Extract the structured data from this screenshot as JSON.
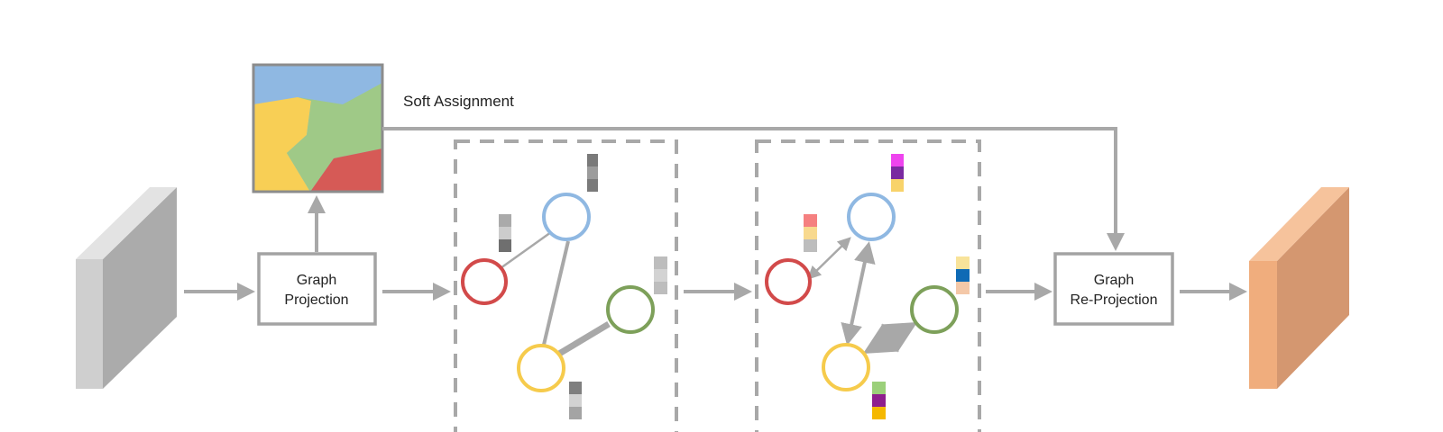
{
  "labels": {
    "soft_assignment": "Soft Assignment",
    "graph_projection_line1": "Graph",
    "graph_projection_line2": "Projection",
    "graph_reprojection_line1": "Graph",
    "graph_reprojection_line2": "Re-Projection"
  },
  "colors": {
    "arrow": "#a8a8a8",
    "box_border": "#a3a3a3",
    "node_red": "#d24a4a",
    "node_blue": "#8fb8e2",
    "node_green": "#7da05a",
    "node_yellow": "#f6cb4c",
    "input_feature_front": "#cfcfcf",
    "input_feature_side": "#ababab",
    "output_feature_front": "#f0ad7d",
    "output_feature_side": "#d49770",
    "map_blue": "#8fb8e2",
    "map_yellow": "#f8cf55",
    "map_green": "#9fc987",
    "map_red": "#d65a56"
  },
  "feature_swatches": {
    "graph1_blue": [
      "#7a7a7a",
      "#9c9c9c",
      "#7a7a7a"
    ],
    "graph1_red": [
      "#aaaaaa",
      "#cccccc",
      "#6f6f6f"
    ],
    "graph1_green": [
      "#bdbdbd",
      "#d3d3d3",
      "#bdbdbd"
    ],
    "graph1_yellow": [
      "#7f7f7f",
      "#d2d2d2",
      "#a4a4a4"
    ],
    "graph2_blue": [
      "#ee44ee",
      "#7a2aa0",
      "#f8d36a"
    ],
    "graph2_red": [
      "#f58080",
      "#f8d98e",
      "#bdbdbd"
    ],
    "graph2_green": [
      "#f8e39a",
      "#0f6ab5",
      "#f4c8a8"
    ],
    "graph2_yellow": [
      "#9bd07a",
      "#8e1f8e",
      "#f5b800"
    ]
  }
}
